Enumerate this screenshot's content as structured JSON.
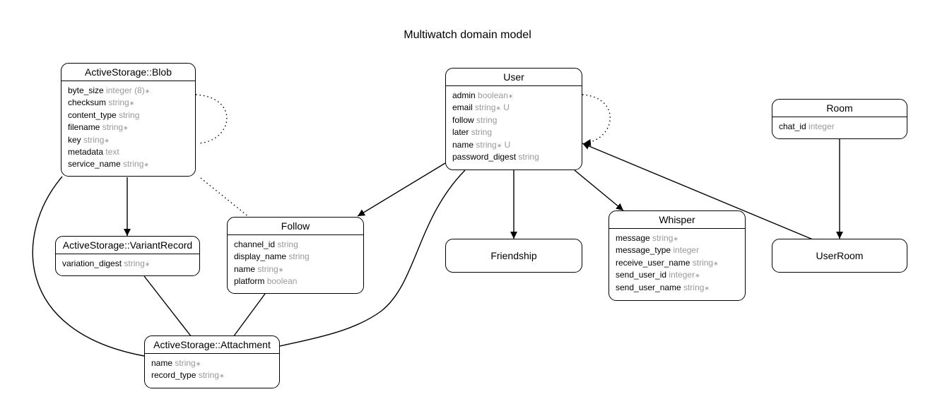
{
  "title": "Multiwatch domain model",
  "colors": {
    "line": "#000000",
    "attr_type": "#999999"
  },
  "entities": {
    "blob": {
      "name": "ActiveStorage::Blob",
      "attributes": [
        {
          "name": "byte_size",
          "type": "integer (8)",
          "flag": "∗"
        },
        {
          "name": "checksum",
          "type": "string",
          "flag": "∗"
        },
        {
          "name": "content_type",
          "type": "string",
          "flag": ""
        },
        {
          "name": "filename",
          "type": "string",
          "flag": "∗"
        },
        {
          "name": "key",
          "type": "string",
          "flag": "∗"
        },
        {
          "name": "metadata",
          "type": "text",
          "flag": ""
        },
        {
          "name": "service_name",
          "type": "string",
          "flag": "∗"
        }
      ]
    },
    "user": {
      "name": "User",
      "attributes": [
        {
          "name": "admin",
          "type": "boolean",
          "flag": "∗",
          "uniq": ""
        },
        {
          "name": "email",
          "type": "string",
          "flag": "∗",
          "uniq": "U"
        },
        {
          "name": "follow",
          "type": "string",
          "flag": "",
          "uniq": ""
        },
        {
          "name": "later",
          "type": "string",
          "flag": "",
          "uniq": ""
        },
        {
          "name": "name",
          "type": "string",
          "flag": "∗",
          "uniq": "U"
        },
        {
          "name": "password_digest",
          "type": "string",
          "flag": "",
          "uniq": ""
        }
      ]
    },
    "room": {
      "name": "Room",
      "attributes": [
        {
          "name": "chat_id",
          "type": "integer",
          "flag": ""
        }
      ]
    },
    "variant_record": {
      "name": "ActiveStorage::VariantRecord",
      "attributes": [
        {
          "name": "variation_digest",
          "type": "string",
          "flag": "∗"
        }
      ]
    },
    "follow": {
      "name": "Follow",
      "attributes": [
        {
          "name": "channel_id",
          "type": "string",
          "flag": ""
        },
        {
          "name": "display_name",
          "type": "string",
          "flag": ""
        },
        {
          "name": "name",
          "type": "string",
          "flag": "∗"
        },
        {
          "name": "platform",
          "type": "boolean",
          "flag": ""
        }
      ]
    },
    "friendship": {
      "name": "Friendship",
      "attributes": []
    },
    "whisper": {
      "name": "Whisper",
      "attributes": [
        {
          "name": "message",
          "type": "string",
          "flag": "∗"
        },
        {
          "name": "message_type",
          "type": "integer",
          "flag": ""
        },
        {
          "name": "receive_user_name",
          "type": "string",
          "flag": "∗"
        },
        {
          "name": "send_user_id",
          "type": "integer",
          "flag": "∗"
        },
        {
          "name": "send_user_name",
          "type": "string",
          "flag": "∗"
        }
      ]
    },
    "user_room": {
      "name": "UserRoom",
      "attributes": []
    },
    "attachment": {
      "name": "ActiveStorage::Attachment",
      "attributes": [
        {
          "name": "name",
          "type": "string",
          "flag": "∗"
        },
        {
          "name": "record_type",
          "type": "string",
          "flag": "∗"
        }
      ]
    }
  }
}
